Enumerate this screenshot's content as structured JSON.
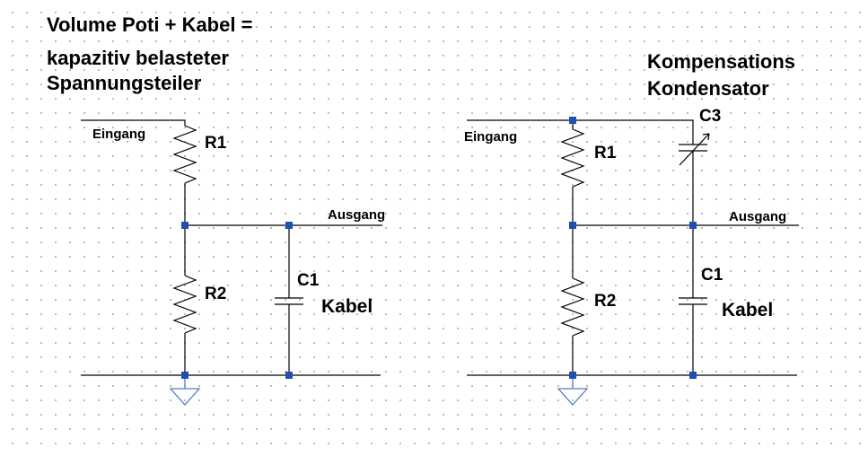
{
  "left": {
    "title_line1": "Volume Poti + Kabel =",
    "title_line2": "kapazitiv belasteter",
    "title_line3": "Spannungsteiler",
    "input_label": "Eingang",
    "output_label": "Ausgang",
    "r1_label": "R1",
    "r2_label": "R2",
    "c1_label": "C1",
    "c1_desc": "Kabel"
  },
  "right": {
    "title_line1": "Kompensations",
    "title_line2": "Kondensator",
    "input_label": "Eingang",
    "output_label": "Ausgang",
    "r1_label": "R1",
    "r2_label": "R2",
    "c1_label": "C1",
    "c1_desc": "Kabel",
    "c3_label": "C3"
  },
  "colors": {
    "wire": "#000000",
    "ground_wire": "#5580c0",
    "node": "#1f4fb0",
    "grid_dot": "#a8a8a8"
  },
  "icons": {
    "ground": "ground-symbol-icon",
    "resistor": "resistor-zigzag-icon",
    "capacitor": "capacitor-icon",
    "variable_capacitor": "variable-capacitor-icon"
  }
}
